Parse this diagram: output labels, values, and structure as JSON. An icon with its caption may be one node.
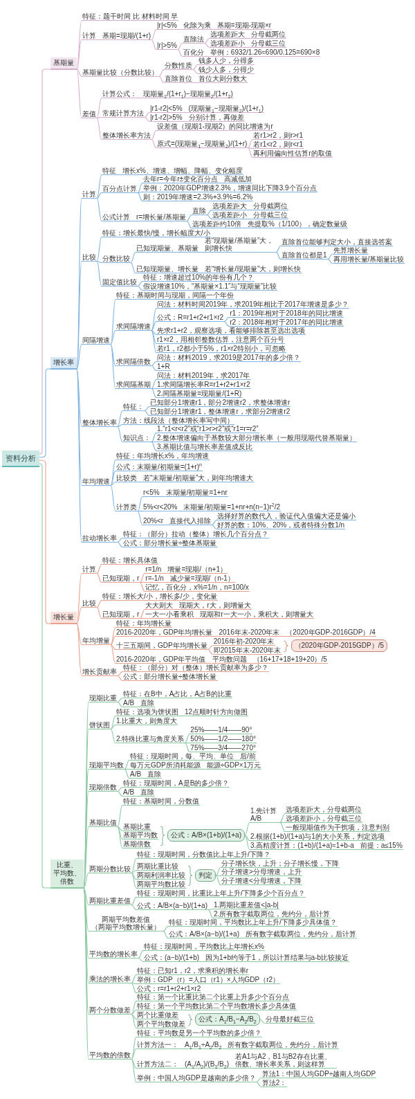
{
  "diagram": {
    "nodes": [
      {
        "text": [
          "资料分析"
        ]
      },
      {
        "text": [
          "基期量"
        ]
      },
      {
        "text": [
          "特征：题干时间 比 材料时间 早"
        ]
      },
      {
        "text": [
          "计算"
        ]
      },
      {
        "text": [
          "基期=现期/(1+r)"
        ]
      },
      {
        "text": [
          "|r|<5%"
        ]
      },
      {
        "text": [
          "化除为乘"
        ]
      },
      {
        "text": [
          "基期=现期-现期×r"
        ]
      },
      {
        "text": [
          "|r|>5%"
        ]
      },
      {
        "text": [
          "直除法"
        ]
      },
      {
        "text": [
          "选项差距大"
        ]
      },
      {
        "text": [
          "分母截两位"
        ]
      },
      {
        "text": [
          "选项差距小"
        ]
      },
      {
        "text": [
          "分母截三位"
        ]
      },
      {
        "text": [
          "百化分"
        ]
      },
      {
        "text": [
          "举例：6932/1.26≈690/0.125=690×8"
        ]
      },
      {
        "text": [
          "基期量比较（分数比较）"
        ]
      },
      {
        "text": [
          "分数性质"
        ]
      },
      {
        "text": [
          "钱多人少，分得多"
        ]
      },
      {
        "text": [
          "钱少人多，分得少"
        ]
      },
      {
        "text": [
          "直除首位"
        ]
      },
      {
        "text": [
          "首位大则分数大"
        ]
      },
      {
        "text": [
          "差值"
        ]
      },
      {
        "text": [
          "计算公式："
        ]
      },
      {
        "text": [
          "现期量$_{1}$/(1+r$_{1}$)−现期量$_{2}$/(1+r$_{2}$)"
        ]
      },
      {
        "text": [
          "常规计算方法"
        ]
      },
      {
        "text": [
          "|r1-r2|<5%"
        ]
      },
      {
        "text": [
          "(现期量$_{1}$−现期量$_{2}$)/(1+r$_{1}$)"
        ]
      },
      {
        "text": [
          "|r1-r2|>5%"
        ]
      },
      {
        "text": [
          "分别计算，再做差"
        ]
      },
      {
        "text": [
          "整体增长率方法"
        ]
      },
      {
        "text": [
          "设差值（现期1-现期2）的同比增速为r"
        ]
      },
      {
        "text": [
          "原式=(现期量$_{1}$−现期量$_{2}$)/(1+r)"
        ]
      },
      {
        "text": [
          "若r1>r2，则r>r1"
        ]
      },
      {
        "text": [
          "若r1<r2，则r<r1"
        ]
      },
      {
        "text": [
          "再利用偏向性估算r的取值"
        ]
      },
      {
        "text": [
          "增长率"
        ]
      },
      {
        "text": [
          "计算"
        ]
      },
      {
        "text": [
          "特征"
        ]
      },
      {
        "text": [
          "增长x%、增速、增幅、降幅、变化幅度"
        ]
      },
      {
        "text": [
          "百分点计算"
        ]
      },
      {
        "text": [
          "去年r=今年r±变化百分点"
        ]
      },
      {
        "text": [
          "高减低加"
        ]
      },
      {
        "text": [
          "举例：2020年GDP增速2.3%，增速同比下降3.9个百分点"
        ]
      },
      {
        "text": [
          "则：2019年增速=2.3%+3.9%=6.2%"
        ]
      },
      {
        "text": [
          "公式计算"
        ]
      },
      {
        "text": [
          "r=增长量/基期量"
        ]
      },
      {
        "text": [
          "直除"
        ]
      },
      {
        "text": [
          "选项差距大"
        ]
      },
      {
        "text": [
          "分母截两位"
        ]
      },
      {
        "text": [
          "选项差距小"
        ]
      },
      {
        "text": [
          "分母截三位"
        ]
      },
      {
        "text": [
          "选项差距约10倍"
        ]
      },
      {
        "text": [
          "先提取%（1/100），确定数量级"
        ]
      },
      {
        "text": [
          "比较"
        ]
      },
      {
        "text": [
          "特征：增长最快/慢，增长幅度大/小"
        ]
      },
      {
        "text": [
          "分数比较"
        ]
      },
      {
        "text": [
          "已知现期量、基期量"
        ]
      },
      {
        "text": [
          "若“现期量/基期量”大，则增长快"
        ]
      },
      {
        "text": [
          "直除首位能够判定大小，直接选答案"
        ]
      },
      {
        "text": [
          "直除首位都是1"
        ]
      },
      {
        "text": [
          "先算增长量"
        ]
      },
      {
        "text": [
          "再用增长量/基期量比较"
        ]
      },
      {
        "text": [
          "已知现期量、增长量"
        ]
      },
      {
        "text": [
          "若“增长量/现期量”大，则增长快"
        ]
      },
      {
        "text": [
          "固定值比较"
        ]
      },
      {
        "text": [
          "特征：增速超过10%的年份有几个？"
        ]
      },
      {
        "text": [
          "假设增速10%，“基期量×1.1”与“现期量”比较"
        ]
      },
      {
        "text": [
          "间隔增速"
        ]
      },
      {
        "text": [
          "特征：基期时间与现期，间隔一个年份"
        ]
      },
      {
        "text": [
          "求间隔增速"
        ]
      },
      {
        "text": [
          "问法：材料时间2019年，求2019年相比于2017年增速是多少？"
        ]
      },
      {
        "text": [
          "公式：R=r1+r2+r1×r2"
        ]
      },
      {
        "text": [
          "r1：2019年相对于2018年的同比增速"
        ]
      },
      {
        "text": [
          "r2：2018年相对于2017年的同比增速"
        ]
      },
      {
        "text": [
          "先求r1+r2，观察选项，看能够排除甚至选出选项"
        ]
      },
      {
        "text": [
          "r1×r2，用相邻整数估算，注意两个百分号"
        ]
      },
      {
        "text": [
          "若r1，r2都小于5%，r1×r2特别小，可忽略"
        ]
      },
      {
        "text": [
          "求间隔倍数"
        ]
      },
      {
        "text": [
          "问法：材料2019，求2019是2017年的多少倍？"
        ]
      },
      {
        "text": [
          "1+R"
        ]
      },
      {
        "text": [
          "求间隔基期"
        ]
      },
      {
        "text": [
          "问法：材料2019年，求2017年"
        ]
      },
      {
        "text": [
          "1.求间隔增长率R=r1+r2+r1×r2"
        ]
      },
      {
        "text": [
          "2.间隔基期量=现期量/(1+R)"
        ]
      },
      {
        "text": [
          "整体增长率"
        ]
      },
      {
        "text": [
          "特征："
        ]
      },
      {
        "text": [
          "已知部分1增速r1，部分2增速r2，求整体增速r"
        ]
      },
      {
        "text": [
          "已知部分1增速r1，整体增速r，求部分2增速r2"
        ]
      },
      {
        "text": [
          "方法：线段法（整体增长率写中间）"
        ]
      },
      {
        "text": [
          "知识点："
        ]
      },
      {
        "text": [
          "1.“r1<r<r2”或“r1>r>r2”或“r1=r=r2”"
        ]
      },
      {
        "text": [
          "2.整体增速偏向于基数较大部分增长率（一般用现期代替基期量）"
        ]
      },
      {
        "text": [
          "3.基期比值与增长率差值成反比"
        ]
      },
      {
        "text": [
          "年均增速"
        ]
      },
      {
        "text": [
          "特征：年均增长x%，年均增速"
        ]
      },
      {
        "text": [
          "公式：末期量/初期量=(1+r)$^{n}$"
        ]
      },
      {
        "text": [
          "比较类"
        ]
      },
      {
        "text": [
          "若“末期量/初期量”大，则年均增速大"
        ]
      },
      {
        "text": [
          "计算类"
        ]
      },
      {
        "text": [
          "r<5%"
        ]
      },
      {
        "text": [
          "末期量/初期量=1+nr"
        ]
      },
      {
        "text": [
          "5%<r<20%"
        ]
      },
      {
        "text": [
          "末期量/初期量=1+nr+n(n−1)r$^{2}$/2"
        ]
      },
      {
        "text": [
          "20%<r"
        ]
      },
      {
        "text": [
          "直接代入排除"
        ]
      },
      {
        "text": [
          "选择好算的数代入，验证代入值偏大还是偏小"
        ]
      },
      {
        "text": [
          "好算的数：10%、20%，或者特殊分数1/n"
        ]
      },
      {
        "text": [
          "拉动增长率"
        ]
      },
      {
        "text": [
          "特征：（部分）拉动（整体）增长几个百分点？"
        ]
      },
      {
        "text": [
          "公式：部分增长量÷整体基期量"
        ]
      },
      {
        "text": [
          "增长量"
        ]
      },
      {
        "text": [
          "计算"
        ]
      },
      {
        "text": [
          "特征：增长具体值"
        ]
      },
      {
        "text": [
          "已知现期，r"
        ]
      },
      {
        "text": [
          "r=1/n"
        ]
      },
      {
        "text": [
          "增量=现期/（n+1）"
        ]
      },
      {
        "text": [
          "r=-1/n"
        ]
      },
      {
        "text": [
          "减少量=现期/（n-1）"
        ]
      },
      {
        "text": [
          "记忆，百化分，x%=1/n，n=100/x"
        ]
      },
      {
        "text": [
          "比较"
        ]
      },
      {
        "text": [
          "特征：增长大/小，增长多/少，变化量"
        ]
      },
      {
        "text": [
          "已知现期，r"
        ]
      },
      {
        "text": [
          "大大则大"
        ]
      },
      {
        "text": [
          "现期大，r大，则增量大"
        ]
      },
      {
        "text": [
          "一大一小看乘积"
        ]
      },
      {
        "text": [
          "现期和r一大一小，乘积大，则增量大"
        ]
      },
      {
        "text": [
          "年均增量"
        ]
      },
      {
        "text": [
          "特征：年均增长量"
        ]
      },
      {
        "text": [
          "2016-2020年，GDP年均增长量"
        ]
      },
      {
        "text": [
          "2016年末-2020年末"
        ]
      },
      {
        "text": [
          "（2020年GDP-2016GDP）/4"
        ]
      },
      {
        "text": [
          "十三五期间，GDP年均增长量"
        ]
      },
      {
        "text": [
          "2016年初-2020年末"
        ]
      },
      {
        "text": [
          "即2015年末-2020年末"
        ]
      },
      {
        "text": [
          "（2020年GDP-2015GDP）/5"
        ]
      },
      {
        "text": [
          "2016-2020年，GDP年平均值"
        ]
      },
      {
        "text": [
          "平均数问题"
        ]
      },
      {
        "text": [
          "（16+17+18+19+20）/5"
        ]
      },
      {
        "text": [
          "增长贡献率"
        ]
      },
      {
        "text": [
          "特征：（部分）对（整体）增长贡献率为多少？"
        ]
      },
      {
        "text": [
          "公式：部分增长量÷整体增长量"
        ]
      },
      {
        "text": [
          "比重、平均数、倍数"
        ]
      },
      {
        "text": [
          "现期比重"
        ]
      },
      {
        "text": [
          "特征：在B中，A占比，A占B的比重"
        ]
      },
      {
        "text": [
          "A/B"
        ]
      },
      {
        "text": [
          "直除"
        ]
      },
      {
        "text": [
          "饼状图"
        ]
      },
      {
        "text": [
          "特征：选项为饼状图"
        ]
      },
      {
        "text": [
          "12点顺时针方向做图"
        ]
      },
      {
        "text": [
          "1.比重大，则角度大"
        ]
      },
      {
        "text": [
          "2.特殊比重与角度关系"
        ]
      },
      {
        "text": [
          "25%——1/4——90°"
        ]
      },
      {
        "text": [
          "50%——1/2——180°"
        ]
      },
      {
        "text": [
          "75%——3/4——270°"
        ]
      },
      {
        "text": [
          "现期平均数"
        ]
      },
      {
        "text": [
          "特征：现期时间，每、平均、单位"
        ]
      },
      {
        "text": [
          "后/前"
        ]
      },
      {
        "text": [
          "每万元GDP所消耗能源"
        ]
      },
      {
        "text": [
          "能源÷GDP×1万元"
        ]
      },
      {
        "text": [
          "A/B"
        ]
      },
      {
        "text": [
          "直除"
        ]
      },
      {
        "text": [
          "现期倍数"
        ]
      },
      {
        "text": [
          "特征：现期时间，A是B的多少倍？"
        ]
      },
      {
        "text": [
          "A/B"
        ]
      },
      {
        "text": [
          "直除"
        ]
      },
      {
        "text": [
          "基期比值"
        ]
      },
      {
        "text": [
          "特征：基期时间，分数值"
        ]
      },
      {
        "text": [
          "基期比重"
        ]
      },
      {
        "text": [
          "基期平均数"
        ]
      },
      {
        "text": [
          "基期倍数"
        ]
      },
      {
        "text": [
          "公式：A/B×(1+b)/(1+a)"
        ]
      },
      {
        "text": [
          "1.先计算A/B"
        ]
      },
      {
        "text": [
          "选项差距大，分母截两位"
        ]
      },
      {
        "text": [
          "选项差距小，分母截三位"
        ]
      },
      {
        "text": [
          "一般现期值作为干扰项，注意判别"
        ]
      },
      {
        "text": [
          "2.根据(1+b)/(1+a)与1的大小关系，判定选项"
        ]
      },
      {
        "text": [
          "3.高精度计算：(1+b)/(1+a)≈1+b-a"
        ]
      },
      {
        "text": [
          "前提：a≤15%"
        ]
      },
      {
        "text": [
          "两期分数比较"
        ]
      },
      {
        "text": [
          "特征：现期时间，分数值比上年上升/下降？"
        ]
      },
      {
        "text": [
          "两期比重比较"
        ]
      },
      {
        "text": [
          "两期利润率比较"
        ]
      },
      {
        "text": [
          "两期平均数比较"
        ]
      },
      {
        "text": [
          "判定"
        ]
      },
      {
        "text": [
          "分子增长快，上升；分子增长慢，下降"
        ]
      },
      {
        "text": [
          "分子增速>分母增速，上升"
        ]
      },
      {
        "text": [
          "分子增速<分母增速，下降"
        ]
      },
      {
        "text": [
          "两期比重差值"
        ]
      },
      {
        "text": [
          "特征：现期时间，比重比上年上升/下降多少个百分点？"
        ]
      },
      {
        "text": [
          "公式：A/B×(a−b)/(1+a)"
        ]
      },
      {
        "text": [
          "1.两期比重差值<|a-b|"
        ]
      },
      {
        "text": [
          "2.所有数字截取两位，先约分，后计算"
        ]
      },
      {
        "text": [
          "两期平均数差值（两期平均数增长量）"
        ]
      },
      {
        "text": [
          "特征：现期时间，平均数比上年上升/下降多少具体值？"
        ]
      },
      {
        "text": [
          "公式：A/B×(a−b)/(1+a)"
        ]
      },
      {
        "text": [
          "所有数字截取两位，先约分，后计算"
        ]
      },
      {
        "text": [
          "平均数的增长率"
        ]
      },
      {
        "text": [
          "特征：现期时间，平均数比上年增长x%"
        ]
      },
      {
        "text": [
          "公式：(a−b)/(1+b)"
        ]
      },
      {
        "text": [
          "因为1+b约等于1，所以计算结果与a-b比较接近"
        ]
      },
      {
        "text": [
          "乘法的增长率"
        ]
      },
      {
        "text": [
          "特征：已知r1，r2，求乘积的增长率r"
        ]
      },
      {
        "text": [
          "举例：GDP（r）=人口（r1）×人均GDP（r2）"
        ]
      },
      {
        "text": [
          "公式：r=r1+r2+r1×r2"
        ]
      },
      {
        "text": [
          "两个分数做差"
        ]
      },
      {
        "text": [
          "特征：第一个比重比第二个比重上升多少个百分点"
        ]
      },
      {
        "text": [
          "特征：第一个平均数比第二个平均数增长多少具体值"
        ]
      },
      {
        "text": [
          "两个比重做差"
        ]
      },
      {
        "text": [
          "两个平均数做差"
        ]
      },
      {
        "text": [
          "公式：A$_{1}$/B$_{1}$−A$_{2}$/B$_{2}$"
        ]
      },
      {
        "text": [
          "分母最好截三位"
        ]
      },
      {
        "text": [
          "平均数的倍数"
        ]
      },
      {
        "text": [
          "特征：平均数是另一个平均数的多少倍？"
        ]
      },
      {
        "text": [
          "计算方法一："
        ]
      },
      {
        "text": [
          "A$_{1}$/B$_{1}$÷A$_{2}$/B$_{2}$"
        ]
      },
      {
        "text": [
          "所有数字截取两位，先约分，后计算"
        ]
      },
      {
        "text": [
          "计算方法二："
        ]
      },
      {
        "text": [
          "(A$_{1}$/A$_{2}$)/(B$_{1}$/B$_{2}$)"
        ]
      },
      {
        "text": [
          "若A1与A2，B1与B2存在比重、倍数、增长率关系，则这样算"
        ]
      },
      {
        "text": [
          "举例：中国人均GDP是越南的多少倍？"
        ]
      },
      {
        "text": [
          "算法1：中国人均GDP÷越南人均GDP"
        ]
      },
      {
        "text": [
          "算法2："
        ]
      }
    ],
    "edges": [
      {
        "from": 0,
        "to": 1,
        "arrow": "none",
        "color": "#d6aed0"
      },
      {
        "from": 1,
        "to": 2,
        "arrow": "none",
        "color": "#d6aed0"
      },
      {
        "from": 1,
        "to": 3,
        "arrow": "none",
        "color": "#d6aed0"
      },
      {
        "from": 3,
        "to": 4,
        "arrow": "none",
        "color": "#d6aed0"
      },
      {
        "from": 4,
        "to": 5,
        "arrow": "none",
        "color": "#d6aed0"
      },
      {
        "from": 5,
        "to": 6,
        "arrow": "none",
        "color": "#d6aed0"
      },
      {
        "from": 6,
        "to": 7,
        "arrow": "none",
        "color": "#d6aed0"
      },
      {
        "from": 4,
        "to": 8,
        "arrow": "none",
        "color": "#d6aed0"
      },
      {
        "from": 8,
        "to": 9,
        "arrow": "none",
        "color": "#d6aed0"
      },
      {
        "from": 9,
        "to": 10,
        "arrow": "none",
        "color": "#d6aed0"
      },
      {
        "from": 10,
        "to": 11,
        "arrow": "none",
        "color": "#d6aed0"
      },
      {
        "from": 9,
        "to": 12,
        "arrow": "none",
        "color": "#d6aed0"
      },
      {
        "from": 12,
        "to": 13,
        "arrow": "none",
        "color": "#d6aed0"
      },
      {
        "from": 8,
        "to": 14,
        "arrow": "none",
        "color": "#d6aed0"
      },
      {
        "from": 14,
        "to": 15,
        "arrow": "none",
        "color": "#d6aed0"
      },
      {
        "from": 1,
        "to": 16,
        "arrow": "none",
        "color": "#d6aed0"
      },
      {
        "from": 16,
        "to": 17,
        "arrow": "none",
        "color": "#d6aed0"
      },
      {
        "from": 17,
        "to": 18,
        "arrow": "none",
        "color": "#d6aed0"
      },
      {
        "from": 17,
        "to": 19,
        "arrow": "none",
        "color": "#d6aed0"
      },
      {
        "from": 16,
        "to": 20,
        "arrow": "none",
        "color": "#d6aed0"
      },
      {
        "from": 20,
        "to": 21,
        "arrow": "none",
        "color": "#d6aed0"
      },
      {
        "from": 1,
        "to": 22,
        "arrow": "none",
        "color": "#d6aed0"
      },
      {
        "from": 22,
        "to": 23,
        "arrow": "none",
        "color": "#d6aed0"
      },
      {
        "from": 23,
        "to": 24,
        "arrow": "none",
        "color": "#d6aed0"
      },
      {
        "from": 22,
        "to": 25,
        "arrow": "none",
        "color": "#d6aed0"
      },
      {
        "from": 25,
        "to": 26,
        "arrow": "none",
        "color": "#d6aed0"
      },
      {
        "from": 26,
        "to": 27,
        "arrow": "none",
        "color": "#d6aed0"
      },
      {
        "from": 25,
        "to": 28,
        "arrow": "none",
        "color": "#d6aed0"
      },
      {
        "from": 28,
        "to": 29,
        "arrow": "none",
        "color": "#d6aed0"
      },
      {
        "from": 22,
        "to": 30,
        "arrow": "none",
        "color": "#d6aed0"
      },
      {
        "from": 30,
        "to": 31,
        "arrow": "none",
        "color": "#d6aed0"
      },
      {
        "from": 30,
        "to": 32,
        "arrow": "none",
        "color": "#d6aed0"
      },
      {
        "from": 32,
        "to": 33,
        "arrow": "none",
        "color": "#d6aed0"
      },
      {
        "from": 32,
        "to": 34,
        "arrow": "none",
        "color": "#d6aed0"
      },
      {
        "from": 32,
        "to": 35,
        "arrow": "none",
        "color": "#d6aed0"
      },
      {
        "from": 0,
        "to": 36,
        "arrow": "none",
        "color": "#7fb3e0"
      },
      {
        "from": 36,
        "to": 37,
        "arrow": "none",
        "color": "#7fb3e0"
      },
      {
        "from": 37,
        "to": 38,
        "arrow": "none",
        "color": "#7fb3e0"
      },
      {
        "from": 38,
        "to": 39,
        "arrow": "none",
        "color": "#7fb3e0"
      },
      {
        "from": 37,
        "to": 40,
        "arrow": "none",
        "color": "#7fb3e0"
      },
      {
        "from": 40,
        "to": 41,
        "arrow": "none",
        "color": "#7fb3e0"
      },
      {
        "from": 41,
        "to": 42,
        "arrow": "none",
        "color": "#7fb3e0"
      },
      {
        "from": 40,
        "to": 43,
        "arrow": "none",
        "color": "#7fb3e0"
      },
      {
        "from": 40,
        "to": 44,
        "arrow": "none",
        "color": "#7fb3e0"
      },
      {
        "from": 37,
        "to": 45,
        "arrow": "none",
        "color": "#7fb3e0"
      },
      {
        "from": 45,
        "to": 46,
        "arrow": "none",
        "color": "#7fb3e0"
      },
      {
        "from": 46,
        "to": 47,
        "arrow": "none",
        "color": "#7fb3e0"
      },
      {
        "from": 47,
        "to": 48,
        "arrow": "none",
        "color": "#7fb3e0"
      },
      {
        "from": 48,
        "to": 49,
        "arrow": "none",
        "color": "#7fb3e0"
      },
      {
        "from": 47,
        "to": 50,
        "arrow": "none",
        "color": "#7fb3e0"
      },
      {
        "from": 50,
        "to": 51,
        "arrow": "none",
        "color": "#7fb3e0"
      },
      {
        "from": 46,
        "to": 52,
        "arrow": "none",
        "color": "#7fb3e0"
      },
      {
        "from": 52,
        "to": 53,
        "arrow": "none",
        "color": "#7fb3e0"
      },
      {
        "from": 36,
        "to": 54,
        "arrow": "none",
        "color": "#7fb3e0"
      },
      {
        "from": 54,
        "to": 55,
        "arrow": "none",
        "color": "#7fb3e0"
      },
      {
        "from": 54,
        "to": 56,
        "arrow": "none",
        "color": "#7fb3e0"
      },
      {
        "from": 56,
        "to": 57,
        "arrow": "none",
        "color": "#7fb3e0"
      },
      {
        "from": 57,
        "to": 58,
        "arrow": "none",
        "color": "#7fb3e0"
      },
      {
        "from": 58,
        "to": 59,
        "arrow": "none",
        "color": "#7fb3e0"
      },
      {
        "from": 58,
        "to": 60,
        "arrow": "none",
        "color": "#7fb3e0"
      },
      {
        "from": 60,
        "to": 61,
        "arrow": "none",
        "color": "#7fb3e0"
      },
      {
        "from": 60,
        "to": 62,
        "arrow": "none",
        "color": "#7fb3e0"
      },
      {
        "from": 56,
        "to": 63,
        "arrow": "none",
        "color": "#7fb3e0"
      },
      {
        "from": 63,
        "to": 64,
        "arrow": "none",
        "color": "#7fb3e0"
      },
      {
        "from": 54,
        "to": 65,
        "arrow": "none",
        "color": "#7fb3e0"
      },
      {
        "from": 65,
        "to": 66,
        "arrow": "none",
        "color": "#7fb3e0"
      },
      {
        "from": 65,
        "to": 67,
        "arrow": "none",
        "color": "#7fb3e0"
      },
      {
        "from": 36,
        "to": 68,
        "arrow": "none",
        "color": "#7fb3e0"
      },
      {
        "from": 68,
        "to": 69,
        "arrow": "none",
        "color": "#7fb3e0"
      },
      {
        "from": 68,
        "to": 70,
        "arrow": "none",
        "color": "#7fb3e0"
      },
      {
        "from": 70,
        "to": 71,
        "arrow": "none",
        "color": "#7fb3e0"
      },
      {
        "from": 70,
        "to": 72,
        "arrow": "none",
        "color": "#7fb3e0"
      },
      {
        "from": 72,
        "to": 73,
        "arrow": "none",
        "color": "#7fb3e0"
      },
      {
        "from": 72,
        "to": 74,
        "arrow": "none",
        "color": "#7fb3e0"
      },
      {
        "from": 70,
        "to": 75,
        "arrow": "none",
        "color": "#7fb3e0"
      },
      {
        "from": 70,
        "to": 76,
        "arrow": "none",
        "color": "#7fb3e0"
      },
      {
        "from": 70,
        "to": 77,
        "arrow": "none",
        "color": "#7fb3e0"
      },
      {
        "from": 68,
        "to": 78,
        "arrow": "none",
        "color": "#7fb3e0"
      },
      {
        "from": 78,
        "to": 79,
        "arrow": "none",
        "color": "#7fb3e0"
      },
      {
        "from": 78,
        "to": 80,
        "arrow": "none",
        "color": "#7fb3e0"
      },
      {
        "from": 68,
        "to": 81,
        "arrow": "none",
        "color": "#7fb3e0"
      },
      {
        "from": 81,
        "to": 82,
        "arrow": "none",
        "color": "#7fb3e0"
      },
      {
        "from": 81,
        "to": 83,
        "arrow": "none",
        "color": "#7fb3e0"
      },
      {
        "from": 81,
        "to": 84,
        "arrow": "none",
        "color": "#7fb3e0"
      },
      {
        "from": 36,
        "to": 85,
        "arrow": "none",
        "color": "#7fb3e0"
      },
      {
        "from": 85,
        "to": 86,
        "arrow": "none",
        "color": "#7fb3e0"
      },
      {
        "from": 86,
        "to": 87,
        "arrow": "none",
        "color": "#7fb3e0"
      },
      {
        "from": 86,
        "to": 88,
        "arrow": "none",
        "color": "#7fb3e0"
      },
      {
        "from": 85,
        "to": 89,
        "arrow": "none",
        "color": "#7fb3e0"
      },
      {
        "from": 85,
        "to": 90,
        "arrow": "none",
        "color": "#7fb3e0"
      },
      {
        "from": 90,
        "to": 91,
        "arrow": "none",
        "color": "#7fb3e0"
      },
      {
        "from": 90,
        "to": 92,
        "arrow": "none",
        "color": "#7fb3e0"
      },
      {
        "from": 90,
        "to": 93,
        "arrow": "none",
        "color": "#7fb3e0"
      },
      {
        "from": 36,
        "to": 94,
        "arrow": "none",
        "color": "#7fb3e0"
      },
      {
        "from": 94,
        "to": 95,
        "arrow": "none",
        "color": "#7fb3e0"
      },
      {
        "from": 94,
        "to": 96,
        "arrow": "none",
        "color": "#7fb3e0"
      },
      {
        "from": 94,
        "to": 97,
        "arrow": "none",
        "color": "#7fb3e0"
      },
      {
        "from": 97,
        "to": 98,
        "arrow": "none",
        "color": "#7fb3e0"
      },
      {
        "from": 94,
        "to": 99,
        "arrow": "none",
        "color": "#7fb3e0"
      },
      {
        "from": 99,
        "to": 100,
        "arrow": "none",
        "color": "#7fb3e0"
      },
      {
        "from": 100,
        "to": 101,
        "arrow": "none",
        "color": "#7fb3e0"
      },
      {
        "from": 99,
        "to": 102,
        "arrow": "none",
        "color": "#7fb3e0"
      },
      {
        "from": 102,
        "to": 103,
        "arrow": "none",
        "color": "#7fb3e0"
      },
      {
        "from": 99,
        "to": 104,
        "arrow": "none",
        "color": "#7fb3e0"
      },
      {
        "from": 104,
        "to": 105,
        "arrow": "none",
        "color": "#7fb3e0"
      },
      {
        "from": 105,
        "to": 106,
        "arrow": "none",
        "color": "#7fb3e0"
      },
      {
        "from": 105,
        "to": 107,
        "arrow": "none",
        "color": "#7fb3e0"
      },
      {
        "from": 36,
        "to": 108,
        "arrow": "none",
        "color": "#7fb3e0"
      },
      {
        "from": 108,
        "to": 109,
        "arrow": "none",
        "color": "#7fb3e0"
      },
      {
        "from": 108,
        "to": 110,
        "arrow": "none",
        "color": "#7fb3e0"
      },
      {
        "from": 0,
        "to": 111,
        "arrow": "none",
        "color": "#e8a08f"
      },
      {
        "from": 111,
        "to": 112,
        "arrow": "none",
        "color": "#e8a08f"
      },
      {
        "from": 112,
        "to": 113,
        "arrow": "none",
        "color": "#e8a08f"
      },
      {
        "from": 112,
        "to": 114,
        "arrow": "none",
        "color": "#e8a08f"
      },
      {
        "from": 114,
        "to": 115,
        "arrow": "none",
        "color": "#e8a08f"
      },
      {
        "from": 115,
        "to": 116,
        "arrow": "none",
        "color": "#e8a08f"
      },
      {
        "from": 114,
        "to": 117,
        "arrow": "none",
        "color": "#e8a08f"
      },
      {
        "from": 117,
        "to": 118,
        "arrow": "none",
        "color": "#e8a08f"
      },
      {
        "from": 114,
        "to": 119,
        "arrow": "none",
        "color": "#e8a08f"
      },
      {
        "from": 111,
        "to": 120,
        "arrow": "none",
        "color": "#e8a08f"
      },
      {
        "from": 120,
        "to": 121,
        "arrow": "none",
        "color": "#e8a08f"
      },
      {
        "from": 120,
        "to": 122,
        "arrow": "none",
        "color": "#e8a08f"
      },
      {
        "from": 122,
        "to": 123,
        "arrow": "none",
        "color": "#e8a08f"
      },
      {
        "from": 123,
        "to": 124,
        "arrow": "none",
        "color": "#e8a08f"
      },
      {
        "from": 122,
        "to": 125,
        "arrow": "none",
        "color": "#e8a08f"
      },
      {
        "from": 125,
        "to": 126,
        "arrow": "none",
        "color": "#e8a08f"
      },
      {
        "from": 111,
        "to": 127,
        "arrow": "none",
        "color": "#e8a08f"
      },
      {
        "from": 127,
        "to": 128,
        "arrow": "none",
        "color": "#e8a08f"
      },
      {
        "from": 127,
        "to": 129,
        "arrow": "none",
        "color": "#e8a08f"
      },
      {
        "from": 129,
        "to": 130,
        "arrow": "none",
        "color": "#e8a08f"
      },
      {
        "from": 130,
        "to": 131,
        "arrow": "none",
        "color": "#e8a08f"
      },
      {
        "from": 127,
        "to": 132,
        "arrow": "none",
        "color": "#e8a08f"
      },
      {
        "from": 132,
        "to": 133,
        "arrow": "none",
        "color": "#e8a08f"
      },
      {
        "from": 132,
        "to": 134,
        "arrow": "none",
        "color": "#e8a08f"
      },
      {
        "from": 127,
        "to": 136,
        "arrow": "none",
        "color": "#e8a08f"
      },
      {
        "from": 136,
        "to": 137,
        "arrow": "none",
        "color": "#e8a08f"
      },
      {
        "from": 137,
        "to": 138,
        "arrow": "none",
        "color": "#e8a08f"
      },
      {
        "from": 111,
        "to": 139,
        "arrow": "none",
        "color": "#e8a08f"
      },
      {
        "from": 139,
        "to": 140,
        "arrow": "none",
        "color": "#e8a08f"
      },
      {
        "from": 139,
        "to": 141,
        "arrow": "none",
        "color": "#e8a08f"
      },
      {
        "from": 0,
        "to": 142,
        "arrow": "none"
      },
      {
        "from": 142,
        "to": 143,
        "arrow": "none"
      },
      {
        "from": 143,
        "to": 144,
        "arrow": "none"
      },
      {
        "from": 143,
        "to": 145,
        "arrow": "none"
      },
      {
        "from": 145,
        "to": 146,
        "arrow": "none"
      },
      {
        "from": 142,
        "to": 147,
        "arrow": "none"
      },
      {
        "from": 147,
        "to": 148,
        "arrow": "none"
      },
      {
        "from": 148,
        "to": 149,
        "arrow": "none"
      },
      {
        "from": 147,
        "to": 150,
        "arrow": "none"
      },
      {
        "from": 147,
        "to": 151,
        "arrow": "none"
      },
      {
        "from": 151,
        "to": 152,
        "arrow": "none"
      },
      {
        "from": 151,
        "to": 153,
        "arrow": "none"
      },
      {
        "from": 151,
        "to": 154,
        "arrow": "none"
      },
      {
        "from": 142,
        "to": 155,
        "arrow": "none"
      },
      {
        "from": 155,
        "to": 156,
        "arrow": "none"
      },
      {
        "from": 156,
        "to": 157,
        "arrow": "none"
      },
      {
        "from": 155,
        "to": 158,
        "arrow": "none"
      },
      {
        "from": 158,
        "to": 159,
        "arrow": "none"
      },
      {
        "from": 155,
        "to": 160,
        "arrow": "none"
      },
      {
        "from": 160,
        "to": 161,
        "arrow": "none"
      },
      {
        "from": 142,
        "to": 162,
        "arrow": "none"
      },
      {
        "from": 162,
        "to": 163,
        "arrow": "none"
      },
      {
        "from": 162,
        "to": 164,
        "arrow": "none"
      },
      {
        "from": 164,
        "to": 165,
        "arrow": "none"
      },
      {
        "from": 142,
        "to": 166,
        "arrow": "none"
      },
      {
        "from": 166,
        "to": 167,
        "arrow": "none"
      },
      {
        "from": 166,
        "to": 168,
        "arrow": "none"
      },
      {
        "from": 166,
        "to": 169,
        "arrow": "none"
      },
      {
        "from": 166,
        "to": 170,
        "arrow": "none"
      },
      {
        "from": 171,
        "to": 172,
        "arrow": "none"
      },
      {
        "from": 172,
        "to": 173,
        "arrow": "none"
      },
      {
        "from": 172,
        "to": 174,
        "arrow": "none"
      },
      {
        "from": 172,
        "to": 175,
        "arrow": "none"
      },
      {
        "from": 171,
        "to": 176,
        "arrow": "none"
      },
      {
        "from": 171,
        "to": 177,
        "arrow": "none"
      },
      {
        "from": 177,
        "to": 178,
        "arrow": "none"
      },
      {
        "from": 142,
        "to": 179,
        "arrow": "none"
      },
      {
        "from": 179,
        "to": 180,
        "arrow": "none"
      },
      {
        "from": 179,
        "to": 181,
        "arrow": "none"
      },
      {
        "from": 179,
        "to": 182,
        "arrow": "none"
      },
      {
        "from": 179,
        "to": 183,
        "arrow": "none"
      },
      {
        "from": 184,
        "to": 185,
        "arrow": "none"
      },
      {
        "from": 184,
        "to": 186,
        "arrow": "none"
      },
      {
        "from": 184,
        "to": 187,
        "arrow": "none"
      },
      {
        "from": 142,
        "to": 188,
        "arrow": "none"
      },
      {
        "from": 188,
        "to": 189,
        "arrow": "none"
      },
      {
        "from": 188,
        "to": 190,
        "arrow": "none"
      },
      {
        "from": 190,
        "to": 191,
        "arrow": "none"
      },
      {
        "from": 190,
        "to": 192,
        "arrow": "none"
      },
      {
        "from": 142,
        "to": 193,
        "arrow": "none"
      },
      {
        "from": 193,
        "to": 194,
        "arrow": "none"
      },
      {
        "from": 193,
        "to": 195,
        "arrow": "none"
      },
      {
        "from": 195,
        "to": 196,
        "arrow": "none"
      },
      {
        "from": 142,
        "to": 197,
        "arrow": "none"
      },
      {
        "from": 197,
        "to": 198,
        "arrow": "none"
      },
      {
        "from": 197,
        "to": 199,
        "arrow": "none"
      },
      {
        "from": 199,
        "to": 200,
        "arrow": "none"
      },
      {
        "from": 142,
        "to": 201,
        "arrow": "none"
      },
      {
        "from": 201,
        "to": 202,
        "arrow": "none"
      },
      {
        "from": 201,
        "to": 203,
        "arrow": "none"
      },
      {
        "from": 201,
        "to": 204,
        "arrow": "none"
      },
      {
        "from": 142,
        "to": 205,
        "arrow": "none"
      },
      {
        "from": 205,
        "to": 206,
        "arrow": "none"
      },
      {
        "from": 205,
        "to": 207,
        "arrow": "none"
      },
      {
        "from": 205,
        "to": 208,
        "arrow": "none"
      },
      {
        "from": 205,
        "to": 209,
        "arrow": "none"
      },
      {
        "from": 210,
        "to": 211,
        "arrow": "none"
      },
      {
        "from": 142,
        "to": 212,
        "arrow": "none"
      },
      {
        "from": 212,
        "to": 213,
        "arrow": "none"
      },
      {
        "from": 212,
        "to": 214,
        "arrow": "none"
      },
      {
        "from": 214,
        "to": 215,
        "arrow": "none"
      },
      {
        "from": 215,
        "to": 216,
        "arrow": "none"
      },
      {
        "from": 212,
        "to": 217,
        "arrow": "none"
      },
      {
        "from": 217,
        "to": 218,
        "arrow": "none"
      },
      {
        "from": 218,
        "to": 219,
        "arrow": "none"
      },
      {
        "from": 212,
        "to": 220,
        "arrow": "none"
      },
      {
        "from": 220,
        "to": 221,
        "arrow": "none"
      },
      {
        "from": 220,
        "to": 222,
        "arrow": "none"
      }
    ]
  }
}
